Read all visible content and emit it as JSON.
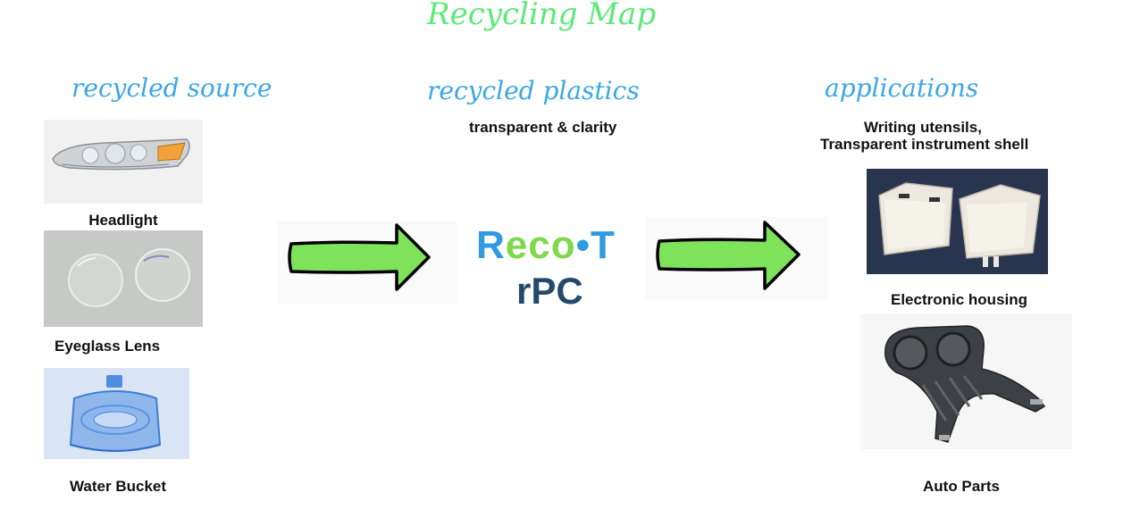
{
  "title": "Recycling Map",
  "headings": {
    "source": "recycled source",
    "plastics": "recycled plastics",
    "applications": "applications"
  },
  "plastics_subtitle": "transparent & clarity",
  "applications_subtitle": {
    "line1": "Writing utensils,",
    "line2": "Transparent instrument shell"
  },
  "brand": {
    "reco": "Reco",
    "dot": "•",
    "t": "T",
    "rpc": "rPC"
  },
  "sources": [
    {
      "label": "Headlight",
      "icon": "headlight-image"
    },
    {
      "label": "Eyeglass Lens",
      "icon": "eyeglass-lens-image"
    },
    {
      "label": "Water Bucket",
      "icon": "water-bucket-image"
    }
  ],
  "applications": [
    {
      "label": "Electronic housing",
      "icon": "electronic-housing-image"
    },
    {
      "label": "Auto Parts",
      "icon": "auto-parts-image"
    }
  ],
  "colors": {
    "title": "#5bea77",
    "heading": "#3aa7e6",
    "arrow_fill": "#7ee35a",
    "brand_blue": "#2f9be0",
    "brand_green": "#7fd84a",
    "brand_navy": "#234a6d"
  }
}
